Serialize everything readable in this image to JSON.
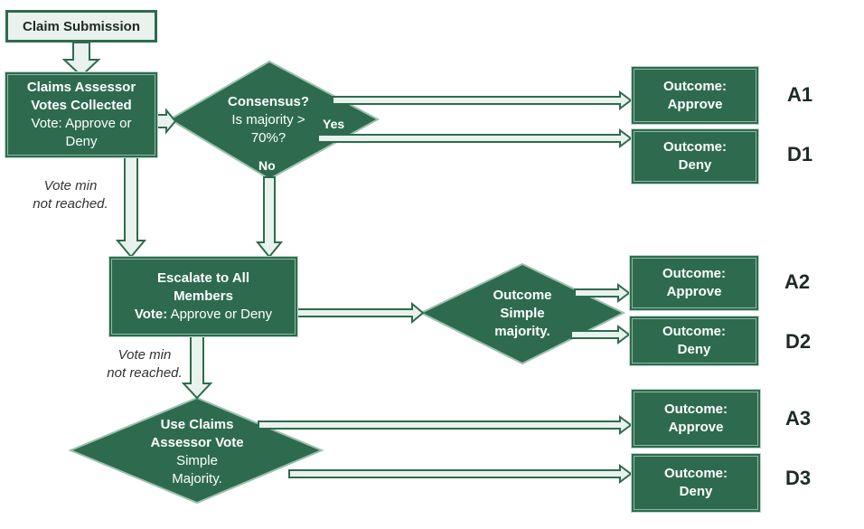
{
  "start": {
    "label": "Claim Submission"
  },
  "assessor_votes": {
    "line1": "Claims Assessor",
    "line2": "Votes Collected",
    "line3": "Vote: Approve or",
    "line4": "Deny"
  },
  "consensus": {
    "title": "Consensus?",
    "line2": "Is majority >",
    "line3": "70%?",
    "yes": "Yes",
    "no": "No"
  },
  "escalate": {
    "line1": "Escalate to All",
    "line2": "Members",
    "vote_label": "Vote:",
    "vote_text": " Approve or Deny"
  },
  "simple_majority": {
    "line1": "Outcome",
    "line2": "Simple",
    "line3": "majority."
  },
  "use_assessor": {
    "line1": "Use Claims",
    "line2": "Assessor Vote",
    "line3": "Simple",
    "line4": "Majority."
  },
  "notes": {
    "vote_min_1_a": "Vote min",
    "vote_min_1_b": "not reached.",
    "vote_min_2_a": "Vote min",
    "vote_min_2_b": "not reached."
  },
  "outcomes": [
    {
      "line1": "Outcome:",
      "line2": "Approve",
      "code": "A1"
    },
    {
      "line1": "Outcome:",
      "line2": "Deny",
      "code": "D1"
    },
    {
      "line1": "Outcome:",
      "line2": "Approve",
      "code": "A2"
    },
    {
      "line1": "Outcome:",
      "line2": "Deny",
      "code": "D2"
    },
    {
      "line1": "Outcome:",
      "line2": "Approve",
      "code": "A3"
    },
    {
      "line1": "Outcome:",
      "line2": "Deny",
      "code": "D3"
    }
  ],
  "colors": {
    "node_fill": "#2e6b4e",
    "arrow_fill": "#e9f2ed",
    "arrow_stroke": "#2e6b4e"
  }
}
